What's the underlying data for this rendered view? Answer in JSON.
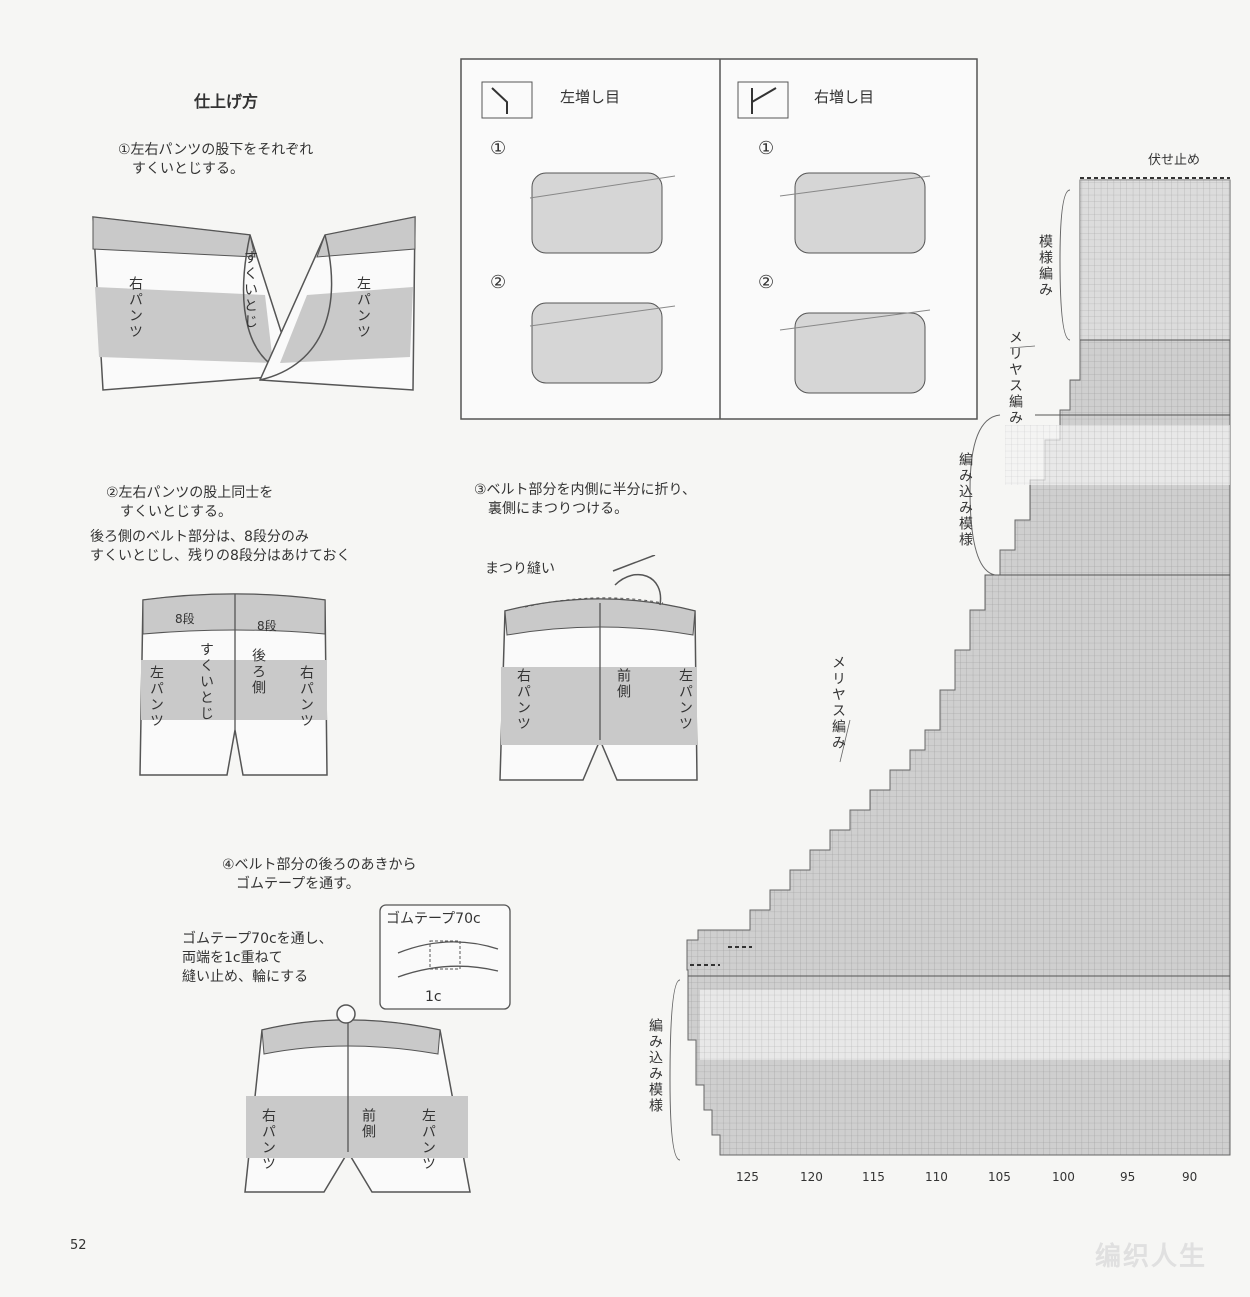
{
  "page_number": "52",
  "finish": {
    "title": "仕上げ方",
    "step1": "①左右パンツの股下をそれぞれ\n　すくいとじする。",
    "step1_labels": {
      "right_pants": "右パンツ",
      "left_pants": "左パンツ",
      "sukui_toji": "すくいとじ"
    },
    "step2": "②左右パンツの股上同士を\n　すくいとじする。",
    "step2_note": "後ろ側のベルト部分は、8段分のみ\nすくいとじし、残りの8段分はあけておく",
    "step2_labels": {
      "rows8_a": "8段",
      "rows8_b": "8段",
      "sukui_toji": "すくいとじ",
      "back_side": "後ろ側",
      "left_pants": "左パンツ",
      "right_pants": "右パンツ"
    },
    "step3": "③ベルト部分を内側に半分に折り、\n　裏側にまつりつける。",
    "step3_labels": {
      "matsuri": "まつり縫い",
      "right_pants": "右パンツ",
      "front_side": "前側",
      "left_pants": "左パンツ"
    },
    "step4": "④ベルト部分の後ろのあきから\n　ゴムテープを通す。",
    "step4_note": "ゴムテープ70cを通し、\n両端を1c重ねて\n縫い止め、輪にする",
    "step4_labels": {
      "tape": "ゴムテープ70c",
      "overlap": "1c",
      "right_pants": "右パンツ",
      "front_side": "前側",
      "left_pants": "左パンツ"
    }
  },
  "increases": {
    "left": {
      "title": "左増し目",
      "step1": "①",
      "step2": "②"
    },
    "right": {
      "title": "右増し目",
      "step1": "①",
      "step2": "②"
    }
  },
  "chart": {
    "bind_off": "伏せ止め",
    "labels": {
      "pattern": "模様編み",
      "stockinette_top": "メリヤス編み",
      "colorwork_mid": "編み込み模様",
      "stockinette": "メリヤス編み",
      "colorwork_bottom": "編み込み模様"
    },
    "column_numbers": [
      "125",
      "120",
      "115",
      "110",
      "105",
      "100",
      "95",
      "90"
    ]
  },
  "watermark": "编织人生"
}
